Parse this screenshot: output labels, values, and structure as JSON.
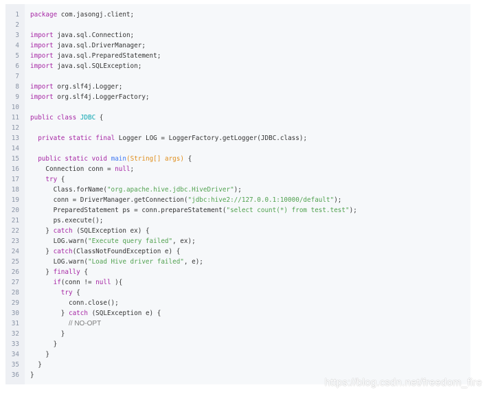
{
  "code_block": {
    "language": "java",
    "line_numbers": [
      "1",
      "2",
      "3",
      "4",
      "5",
      "6",
      "7",
      "8",
      "9",
      "10",
      "11",
      "12",
      "13",
      "14",
      "15",
      "16",
      "17",
      "18",
      "19",
      "20",
      "21",
      "22",
      "23",
      "24",
      "25",
      "26",
      "27",
      "28",
      "29",
      "30",
      "31",
      "32",
      "33",
      "34",
      "35",
      "36"
    ],
    "lines": [
      [
        {
          "t": "kw",
          "v": "package"
        },
        {
          "t": "p",
          "v": " com.jasongj.client;"
        }
      ],
      [],
      [
        {
          "t": "kw",
          "v": "import"
        },
        {
          "t": "p",
          "v": " java.sql.Connection;"
        }
      ],
      [
        {
          "t": "kw",
          "v": "import"
        },
        {
          "t": "p",
          "v": " java.sql.DriverManager;"
        }
      ],
      [
        {
          "t": "kw",
          "v": "import"
        },
        {
          "t": "p",
          "v": " java.sql.PreparedStatement;"
        }
      ],
      [
        {
          "t": "kw",
          "v": "import"
        },
        {
          "t": "p",
          "v": " java.sql.SQLException;"
        }
      ],
      [],
      [
        {
          "t": "kw",
          "v": "import"
        },
        {
          "t": "p",
          "v": " org.slf4j.Logger;"
        }
      ],
      [
        {
          "t": "kw",
          "v": "import"
        },
        {
          "t": "p",
          "v": " org.slf4j.LoggerFactory;"
        }
      ],
      [],
      [
        {
          "t": "kw",
          "v": "public"
        },
        {
          "t": "p",
          "v": " "
        },
        {
          "t": "kw",
          "v": "class"
        },
        {
          "t": "p",
          "v": " "
        },
        {
          "t": "cls",
          "v": "JDBC"
        },
        {
          "t": "p",
          "v": " {"
        }
      ],
      [],
      [
        {
          "t": "p",
          "v": "  "
        },
        {
          "t": "kw",
          "v": "private"
        },
        {
          "t": "p",
          "v": " "
        },
        {
          "t": "kw",
          "v": "static"
        },
        {
          "t": "p",
          "v": " "
        },
        {
          "t": "kw",
          "v": "final"
        },
        {
          "t": "p",
          "v": " Logger LOG = LoggerFactory.getLogger(JDBC.class);"
        }
      ],
      [],
      [
        {
          "t": "p",
          "v": "  "
        },
        {
          "t": "kw",
          "v": "public"
        },
        {
          "t": "p",
          "v": " "
        },
        {
          "t": "kw",
          "v": "static"
        },
        {
          "t": "p",
          "v": " "
        },
        {
          "t": "kw",
          "v": "void"
        },
        {
          "t": "p",
          "v": " "
        },
        {
          "t": "fn",
          "v": "main"
        },
        {
          "t": "par",
          "v": "(String[] args)"
        },
        {
          "t": "p",
          "v": " {"
        }
      ],
      [
        {
          "t": "p",
          "v": "    Connection conn = "
        },
        {
          "t": "kw",
          "v": "null"
        },
        {
          "t": "p",
          "v": ";"
        }
      ],
      [
        {
          "t": "p",
          "v": "    "
        },
        {
          "t": "kw",
          "v": "try"
        },
        {
          "t": "p",
          "v": " {"
        }
      ],
      [
        {
          "t": "p",
          "v": "      Class.forName("
        },
        {
          "t": "str",
          "v": "\"org.apache.hive.jdbc.HiveDriver\""
        },
        {
          "t": "p",
          "v": ");"
        }
      ],
      [
        {
          "t": "p",
          "v": "      conn = DriverManager.getConnection("
        },
        {
          "t": "str",
          "v": "\"jdbc:hive2://127.0.0.1:10000/default\""
        },
        {
          "t": "p",
          "v": ");"
        }
      ],
      [
        {
          "t": "p",
          "v": "      PreparedStatement ps = conn.prepareStatement("
        },
        {
          "t": "str",
          "v": "\"select count(*) from test.test\""
        },
        {
          "t": "p",
          "v": ");"
        }
      ],
      [
        {
          "t": "p",
          "v": "      ps.execute();"
        }
      ],
      [
        {
          "t": "p",
          "v": "    } "
        },
        {
          "t": "kw",
          "v": "catch"
        },
        {
          "t": "p",
          "v": " (SQLException ex) {"
        }
      ],
      [
        {
          "t": "p",
          "v": "      LOG.warn("
        },
        {
          "t": "str",
          "v": "\"Execute query failed\""
        },
        {
          "t": "p",
          "v": ", ex);"
        }
      ],
      [
        {
          "t": "p",
          "v": "    } "
        },
        {
          "t": "kw",
          "v": "catch"
        },
        {
          "t": "p",
          "v": "(ClassNotFoundException e) {"
        }
      ],
      [
        {
          "t": "p",
          "v": "      LOG.warn("
        },
        {
          "t": "str",
          "v": "\"Load Hive driver failed\""
        },
        {
          "t": "p",
          "v": ", e);"
        }
      ],
      [
        {
          "t": "p",
          "v": "    } "
        },
        {
          "t": "kw",
          "v": "finally"
        },
        {
          "t": "p",
          "v": " {"
        }
      ],
      [
        {
          "t": "p",
          "v": "      "
        },
        {
          "t": "kw",
          "v": "if"
        },
        {
          "t": "p",
          "v": "(conn != "
        },
        {
          "t": "kw",
          "v": "null"
        },
        {
          "t": "p",
          "v": " ){"
        }
      ],
      [
        {
          "t": "p",
          "v": "        "
        },
        {
          "t": "kw",
          "v": "try"
        },
        {
          "t": "p",
          "v": " {"
        }
      ],
      [
        {
          "t": "p",
          "v": "          conn.close();"
        }
      ],
      [
        {
          "t": "p",
          "v": "        } "
        },
        {
          "t": "kw",
          "v": "catch"
        },
        {
          "t": "p",
          "v": " (SQLException e) {"
        }
      ],
      [
        {
          "t": "p",
          "v": "          "
        },
        {
          "t": "cmt",
          "v": "// NO-OPT"
        }
      ],
      [
        {
          "t": "p",
          "v": "        }"
        }
      ],
      [
        {
          "t": "p",
          "v": "      }"
        }
      ],
      [
        {
          "t": "p",
          "v": "    }"
        }
      ],
      [
        {
          "t": "p",
          "v": "  }"
        }
      ],
      [
        {
          "t": "p",
          "v": "}"
        }
      ]
    ]
  },
  "watermark": "https://blog.csdn.net/freedom_fire",
  "colors": {
    "background": "#f6f8fa",
    "keyword": "#a626a4",
    "string": "#50a14f",
    "function": "#4078f2",
    "class_name": "#0aa5b0",
    "params": "#e08e1b"
  }
}
